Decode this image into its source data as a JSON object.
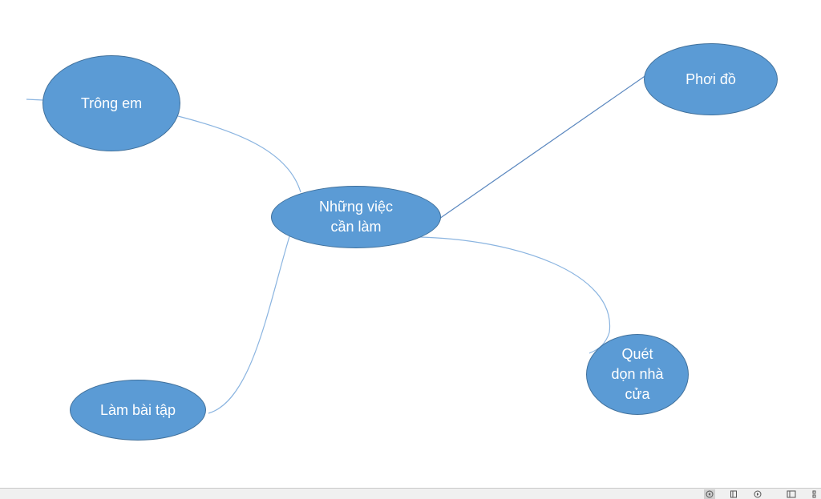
{
  "diagram": {
    "center": {
      "lines": [
        "Những việc",
        "cần làm"
      ]
    },
    "nodes": {
      "trong_em": "Trông em",
      "phoi_do": "Phơi đồ",
      "lam_bai_tap": "Làm bài tập",
      "quet_don": [
        "Quét",
        "dọn nhà",
        "cửa"
      ]
    },
    "colors": {
      "node_fill": "#5b9bd5",
      "node_border": "#41719c",
      "connector": "#8ab4e0",
      "text": "#ffffff"
    }
  },
  "statusbar": {
    "icons": [
      "rewind-icon",
      "view-icon",
      "play-icon",
      "layout-icon",
      "expand-icon"
    ]
  }
}
